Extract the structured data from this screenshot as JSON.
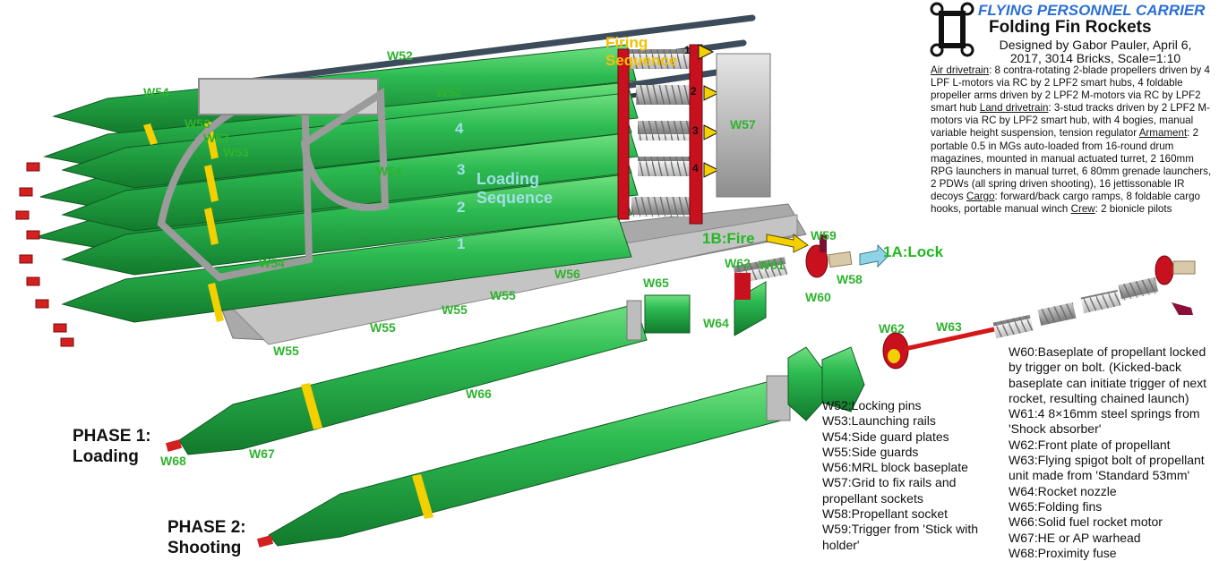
{
  "header": {
    "title": "FLYING PERSONNEL CARRIER",
    "subtitle": "Folding Fin Rockets",
    "designer_line1": "Designed by Gabor Pauler, April 6,",
    "designer_line2": "2017, 3014 Bricks, Scale=1:10",
    "logo_icon": "quad-rotor-logo-icon"
  },
  "description": {
    "air_label": "Air drivetrain",
    "air_text": ": 8 contra-rotating 2-blade propellers driven by 4 LPF L-motors via RC by 2 LPF2 smart hubs, 4 foldable propeller arms driven by 2 LPF2 M-motors via RC by LPF2 smart hub ",
    "land_label": "Land drivetrain",
    "land_text": ": 3-stud tracks driven by 2 LPF2 M-motors via RC by LPF2 smart hub, with 4 bogies, manual variable height suspension, tension regulator ",
    "arm_label": "Armament",
    "arm_text": ": 2 portable 0.5 in MGs auto-loaded from 16-round drum magazines, mounted in manual actuated turret, 2 160mm RPG launchers in manual turret, 6 80mm grenade launchers, 2 PDWs (all spring driven shooting), 16 jettissonable IR decoys ",
    "cargo_label": "Cargo",
    "cargo_text": ": forward/back cargo ramps, 8 foldable cargo hooks, portable manual winch ",
    "crew_label": "Crew",
    "crew_text": ": 2 bionicle pilots"
  },
  "sequences": {
    "firing_line1": "Firing",
    "firing_line2": "Sequence",
    "loading_line1": "Loading",
    "loading_line2": "Sequence",
    "loading_numbers": [
      "4",
      "3",
      "2",
      "1"
    ],
    "firing_numbers": [
      "1",
      "2",
      "3",
      "4"
    ]
  },
  "actions": {
    "fire": "1B:Fire",
    "lock": "1A:Lock"
  },
  "phases": {
    "phase1_line1": "PHASE 1:",
    "phase1_line2": "Loading",
    "phase2_line1": "PHASE 2:",
    "phase2_line2": "Shooting"
  },
  "part_labels": {
    "w52a": "W52",
    "w52b": "W52",
    "w53a": "W53",
    "w53b": "W53",
    "w53c": "W53",
    "w54a": "W54",
    "w54b": "W54",
    "w54c": "W54",
    "w55a": "W55",
    "w55b": "W55",
    "w55c": "W55",
    "w55d": "W55",
    "w56": "W56",
    "w57": "W57",
    "w58": "W58",
    "w59": "W59",
    "w60": "W60",
    "w61": "W61",
    "w62a": "W62",
    "w62b": "W62",
    "w63": "W63",
    "w64": "W64",
    "w65": "W65",
    "w66": "W66",
    "w67": "W67",
    "w68": "W68"
  },
  "legend_left": [
    "W52:Locking pins",
    "W53:Launching rails",
    "W54:Side guard plates",
    "W55:Side guards",
    "W56:MRL block baseplate",
    "W57:Grid to fix rails and",
    "propellant sockets",
    "W58:Propellant socket",
    "W59:Trigger from 'Stick with",
    "holder'"
  ],
  "legend_right": [
    "W60:Baseplate of propellant locked",
    "by trigger on bolt. (Kicked-back",
    "baseplate can initiate trigger of next",
    "rocket, resulting chained launch)",
    "W61:4 8×16mm steel springs from",
    "'Shock absorber'",
    "W62:Front plate of propellant",
    "W63:Flying spigot bolt of propellant",
    "unit made from 'Standard 53mm'",
    "W64:Rocket nozzle",
    "W65:Folding fins",
    "W66:Solid fuel rocket motor",
    "W67:HE or AP warhead",
    "W68:Proximity fuse"
  ],
  "colors": {
    "rocket_green": "#22a846",
    "band_yellow": "#f5d000",
    "fuse_red": "#d42020",
    "frame_gray": "#b5b5b5",
    "label_green": "#2fb32f",
    "title_blue": "#2b6fd6"
  }
}
